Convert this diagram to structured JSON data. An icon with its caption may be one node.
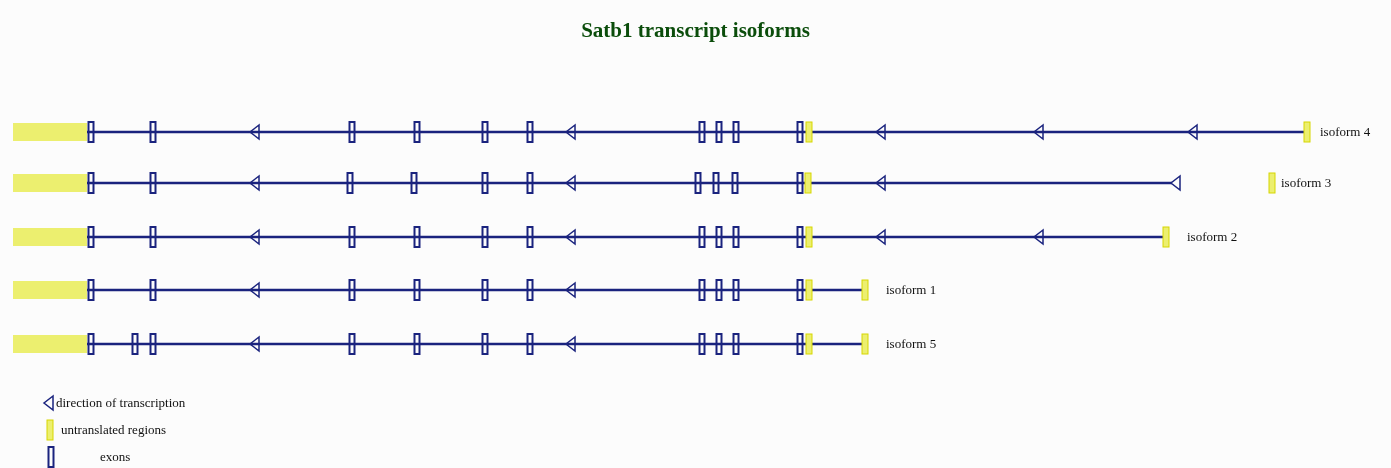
{
  "diagram": {
    "title": "Satb1 transcript isoforms",
    "labels": [
      "isoform 4",
      "isoform 3",
      "isoform 2",
      "isoform 1",
      "isoform 5"
    ],
    "legend": [
      {
        "text": "direction of transcription"
      },
      {
        "text": "untranslated regions"
      },
      {
        "text": "exons"
      }
    ]
  }
}
